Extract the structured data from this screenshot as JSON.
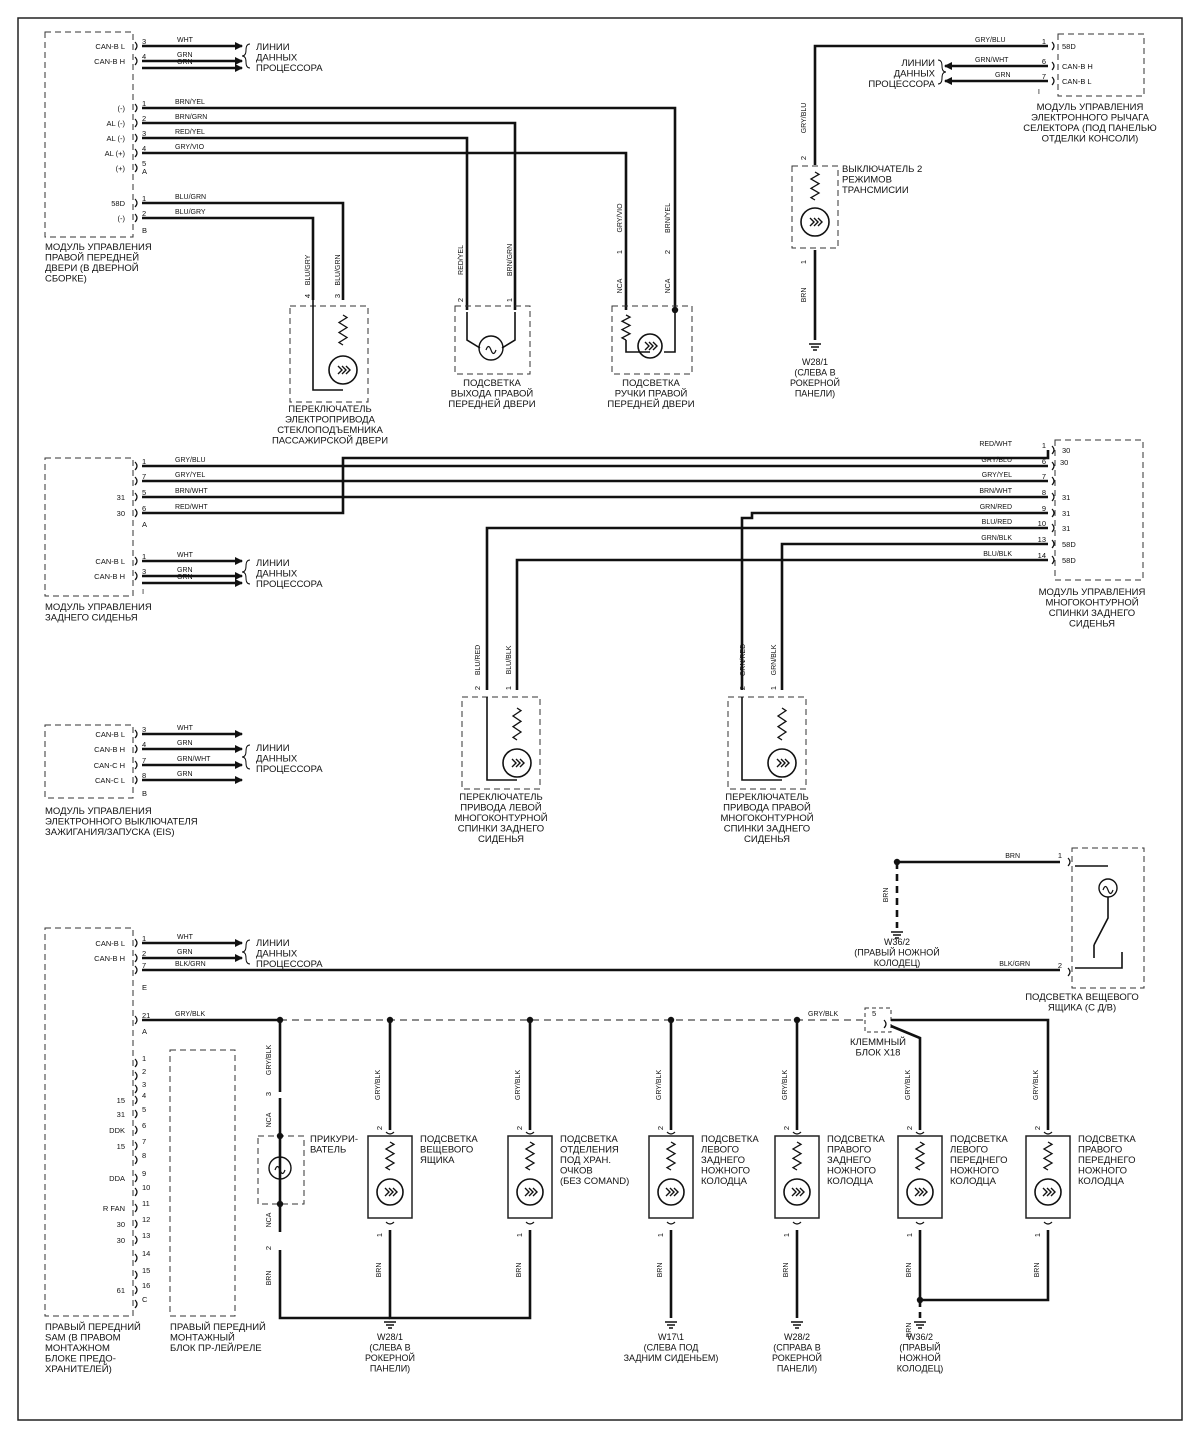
{
  "labels": {
    "data_lines": "ЛИНИИ\nДАННЫХ\nПРОЦЕССОРА",
    "m1": "МОДУЛЬ УПРАВЛЕНИЯ\nПРАВОЙ ПЕРЕДНЕЙ\nДВЕРИ (В ДВЕРНОЙ\nСБОРКЕ)",
    "m2": "МОДУЛЬ УПРАВЛЕНИЯ\nЭЛЕКТРОННОГО РЫЧАГА\nСЕЛЕКТОРА (ПОД ПАНЕЛЬЮ\nОТДЕЛКИ КОНСОЛИ)",
    "m3": "МОДУЛЬ УПРАВЛЕНИЯ\nЗАДНЕГО СИДЕНЬЯ",
    "m4": "МОДУЛЬ УПРАВЛЕНИЯ\nМНОГОКОНТУРНОЙ\nСПИНКИ ЗАДНЕГО\nСИДЕНЬЯ",
    "m5": "МОДУЛЬ УПРАВЛЕНИЯ\nЭЛЕКТРОННОГО ВЫКЛЮЧАТЕЛЯ\nЗАЖИГАНИЯ/ЗАПУСКА (EIS)",
    "m6": "ПРАВЫЙ ПЕРЕДНИЙ\nSAM (В ПРАВОМ\nМОНТАЖНОМ\nБЛОКЕ ПРЕДО-\nХРАНИТЕЛЕЙ)",
    "m7": "ПРАВЫЙ ПЕРЕДНИЙ\nМОНТАЖНЫЙ\nБЛОК ПР-ЛЕЙ/РЕЛЕ",
    "c_window_sw": "ПЕРЕКЛЮЧАТЕЛЬ\nЭЛЕКТРОПРИВОДА\nСТЕКЛОПОДЪЕМНИКА\nПАССАЖИРСКОЙ ДВЕРИ",
    "c_exit_light": "ПОДСВЕТКА\nВЫХОДА ПРАВОЙ\nПЕРЕДНЕЙ ДВЕРИ",
    "c_handle_light": "ПОДСВЕТКА\nРУЧКИ ПРАВОЙ\nПЕРЕДНЕЙ ДВЕРИ",
    "c_mode_sw": "ВЫКЛЮЧАТЕЛЬ 2\nРЕЖИМОВ\nТРАНСМИСИИ",
    "c_left_seat_sw": "ПЕРЕКЛЮЧАТЕЛЬ\nПРИВОДА ЛЕВОЙ\nМНОГОКОНТУРНОЙ\nСПИНКИ ЗАДНЕГО\nСИДЕНЬЯ",
    "c_right_seat_sw": "ПЕРЕКЛЮЧАТЕЛЬ\nПРИВОДА ПРАВОЙ\nМНОГОКОНТУРНОЙ\nСПИНКИ ЗАДНЕГО\nСИДЕНЬЯ",
    "c_glovebox": "ПОДСВЕТКА ВЕЩЕВОГО\nЯЩИКА (С Д/В)",
    "c_terminal": "КЛЕММНЫЙ\nБЛОК X18",
    "c_lighter": "ПРИКУРИ-\nВАТЕЛЬ",
    "c_glovebox2": "ПОДСВЕТКА\nВЕЩЕВОГО\nЯЩИКА",
    "c_glasses": "ПОДСВЕТКА\nОТДЕЛЕНИЯ\nПОД ХРАН.\nОЧКОВ\n(БЕЗ COMAND)",
    "c_lr_foot": "ПОДСВЕТКА\nЛЕВОГО\nЗАДНЕГО\nНОЖНОГО\nКОЛОДЦА",
    "c_rr_foot": "ПОДСВЕТКА\nПРАВОГО\nЗАДНЕГО\nНОЖНОГО\nКОЛОДЦА",
    "c_lf_foot": "ПОДСВЕТКА\nЛЕВОГО\nПЕРЕДНЕГО\nНОЖНОГО\nКОЛОДЦА",
    "c_rf_foot": "ПОДСВЕТКА\nПРАВОГО\nПЕРЕДНЕГО\nНОЖНОГО\nКОЛОДЦА",
    "g_w28_1a": "W28/1\n(СЛЕВА В\nРОКЕРНОЙ\nПАНЕЛИ)",
    "g_w36_2a": "W36/2\n(ПРАВЫЙ НОЖНОЙ\nКОЛОДЕЦ)",
    "g_w28_1b": "W28/1\n(СЛЕВА В\nРОКЕРНОЙ\nПАНЕЛИ)",
    "g_w17_1": "W17\\1\n(СЛЕВА ПОД\nЗАДНИМ СИДЕНЬЕМ)",
    "g_w28_2": "W28/2\n(СПРАВА В\nРОКЕРНОЙ\nПАНЕЛИ)",
    "g_w36_2b": "W36/2\n(ПРАВЫЙ\nНОЖНОЙ\nКОЛОДЕЦ)"
  },
  "wires": {
    "wht": "WHT",
    "grn": "GRN",
    "brn": "BRN",
    "grn_wht": "GRN/WHT",
    "brn_yel": "BRN/YEL",
    "brn_grn": "BRN/GRN",
    "red_yel": "RED/YEL",
    "gry_vio": "GRY/VIO",
    "blu_grn": "BLU/GRN",
    "blu_gry": "BLU/GRY",
    "gry_blu": "GRY/BLU",
    "gry_yel": "GRY/YEL",
    "brn_wht": "BRN/WHT",
    "red_wht": "RED/WHT",
    "grn_red": "GRN/RED",
    "blu_red": "BLU/RED",
    "grn_blk": "GRN/BLK",
    "blu_blk": "BLU/BLK",
    "blk_grn": "BLK/GRN",
    "gry_blk": "GRY/BLK",
    "nca": "NCA"
  },
  "terminals": {
    "can_bl": "CAN-B L",
    "can_bh": "CAN-B H",
    "can_cl": "CAN-C L",
    "can_ch": "CAN-C H",
    "minus": "(-)",
    "plus": "(+)",
    "al_minus": "AL (-)",
    "al_plus": "AL (+)",
    "t58d": "58D",
    "t30": "30",
    "t31": "31",
    "ddk": "DDK",
    "t15": "15",
    "dda": "DDA",
    "rfan": "R FAN",
    "t61": "61"
  },
  "pins": {
    "p1": "1",
    "p2": "2",
    "p3": "3",
    "p4": "4",
    "p5": "5",
    "p6": "6",
    "p7": "7",
    "p8": "8",
    "p9": "9",
    "p10": "10",
    "p11": "11",
    "p12": "12",
    "p13": "13",
    "p14": "14",
    "p15": "15",
    "p16": "16",
    "p21": "21",
    "pA": "A",
    "pB": "B",
    "pC": "C",
    "pE": "E",
    "pI": "I"
  }
}
